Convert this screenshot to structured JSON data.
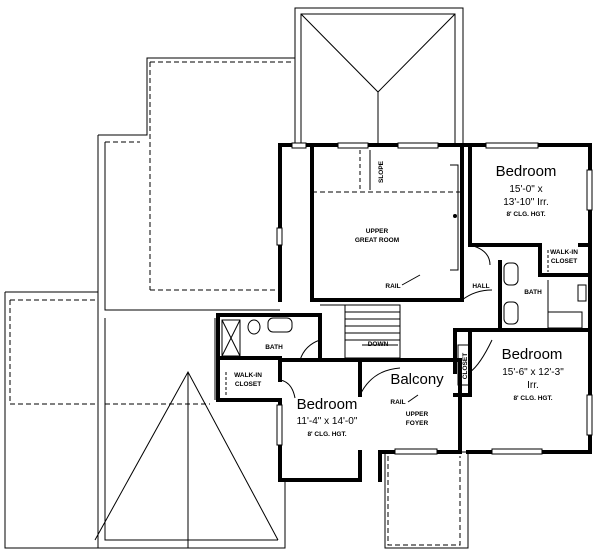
{
  "rooms": {
    "bedroom_ne": {
      "name": "Bedroom",
      "dim1": "15'-0\" x",
      "dim2": "13'-10\" Irr.",
      "ceiling": "8' CLG. HGT."
    },
    "bedroom_se": {
      "name": "Bedroom",
      "dim1": "15'-6\" x 12'-3\"",
      "dim2": "Irr.",
      "ceiling": "8' CLG. HGT."
    },
    "bedroom_sw": {
      "name": "Bedroom",
      "dim1": "11'-4\" x 14'-0\"",
      "ceiling": "8' CLG. HGT."
    },
    "great_room": {
      "line1": "UPPER",
      "line2": "GREAT ROOM"
    },
    "balcony": "Balcony",
    "foyer": {
      "line1": "UPPER",
      "line2": "FOYER"
    }
  },
  "small_labels": {
    "slope": "SLOPE",
    "rail_great": "RAIL",
    "rail_balcony": "RAIL",
    "hall": "HALL",
    "bath_east": "BATH",
    "bath_west": "BATH",
    "walkin_east_1": "WALK-IN",
    "walkin_east_2": "CLOSET",
    "walkin_west_1": "WALK-IN",
    "walkin_west_2": "CLOSET",
    "closet": "CLOSET",
    "down": "DOWN"
  }
}
